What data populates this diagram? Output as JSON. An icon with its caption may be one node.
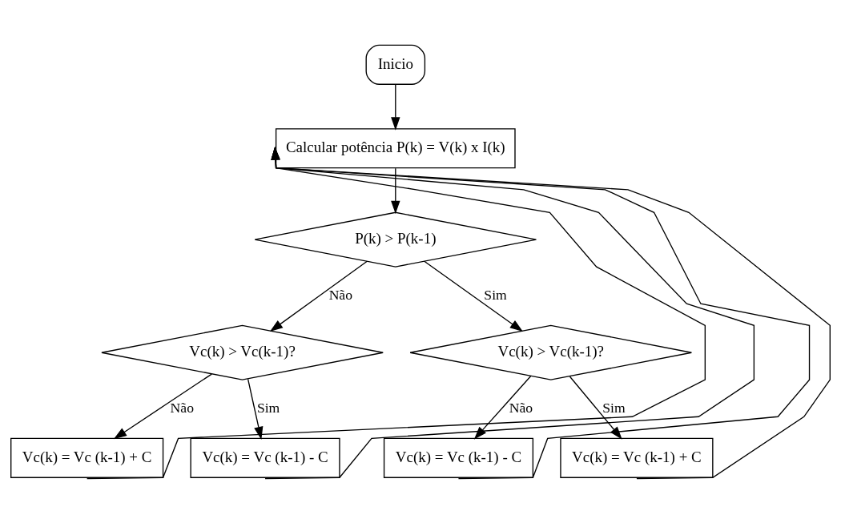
{
  "diagram": {
    "nodes": [
      {
        "text": [
          "Inicio"
        ]
      },
      {
        "text": [
          "Calcular potência P(k) = V(k) x I(k)"
        ]
      },
      {
        "text": [
          "P(k) > P(k-1)"
        ]
      },
      {
        "text": [
          "Vc(k) > Vc(k-1)?"
        ]
      },
      {
        "text": [
          "Vc(k) > Vc(k-1)?"
        ]
      },
      {
        "text": [
          "Vc(k) = Vc (k-1) + C"
        ]
      },
      {
        "text": [
          "Vc(k) = Vc (k-1) - C"
        ]
      },
      {
        "text": [
          "Vc(k) = Vc (k-1) - C"
        ]
      },
      {
        "text": [
          "Vc(k) = Vc (k-1) + C"
        ]
      }
    ],
    "edges": [
      {
        "from": 0,
        "to": 1,
        "arrow": "to"
      },
      {
        "from": 1,
        "to": 2,
        "arrow": "to"
      },
      {
        "from": 2,
        "to": 3,
        "arrow": "to",
        "label": "Não"
      },
      {
        "from": 2,
        "to": 4,
        "arrow": "to",
        "label": "Sim"
      },
      {
        "from": 3,
        "to": 5,
        "arrow": "to",
        "label": "Não"
      },
      {
        "from": 3,
        "to": 6,
        "arrow": "to",
        "label": "Sim"
      },
      {
        "from": 4,
        "to": 7,
        "arrow": "to",
        "label": "Não"
      },
      {
        "from": 4,
        "to": 8,
        "arrow": "to",
        "label": "Sim"
      },
      {
        "from": 5,
        "to": 1,
        "arrow": "to"
      },
      {
        "from": 6,
        "to": 1,
        "arrow": "to"
      },
      {
        "from": 7,
        "to": 1,
        "arrow": "to"
      },
      {
        "from": 8,
        "to": 1,
        "arrow": "to"
      }
    ]
  }
}
